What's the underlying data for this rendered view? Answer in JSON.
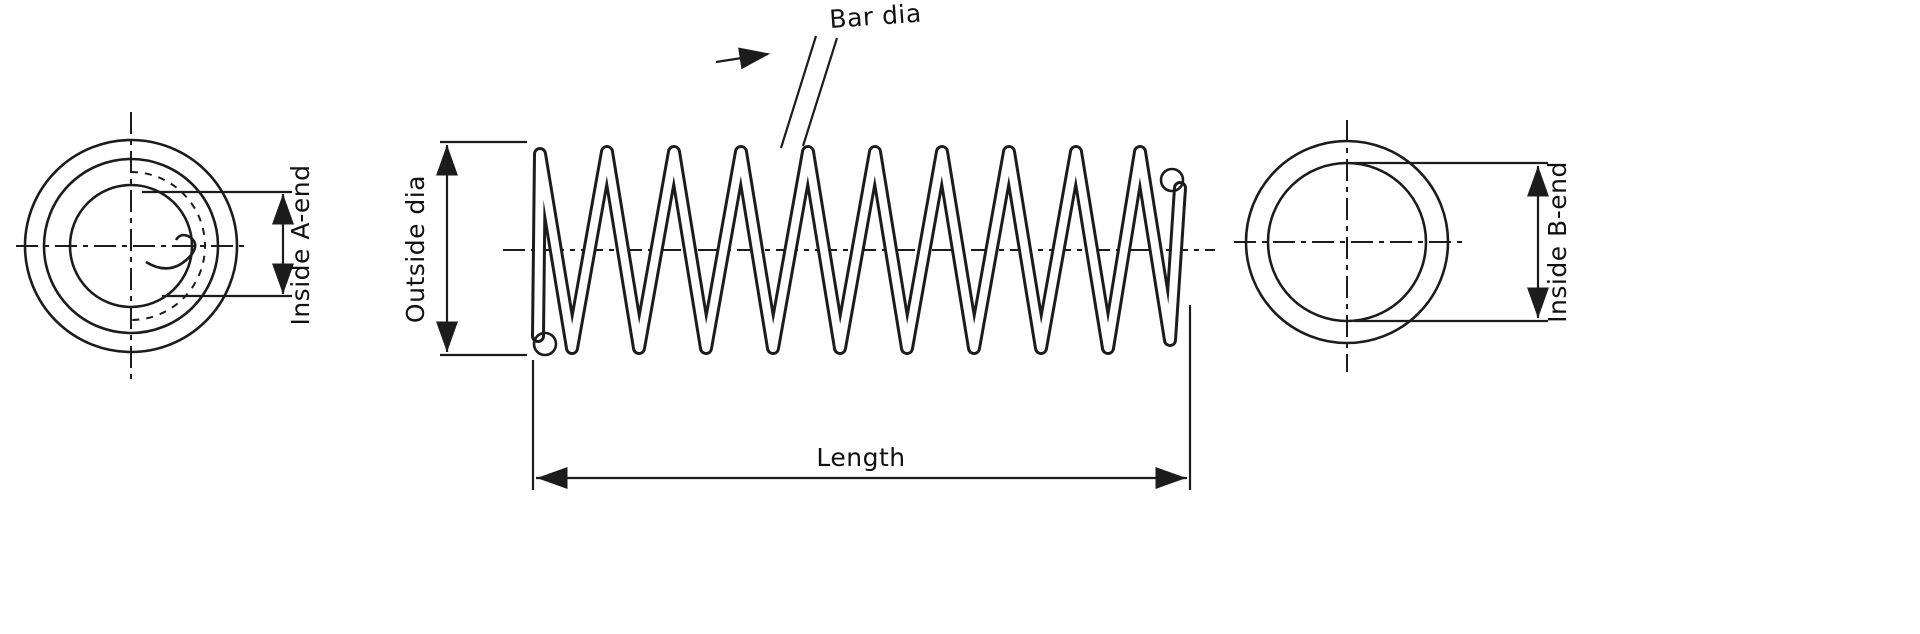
{
  "diagram": {
    "labels": {
      "bar_dia": "Bar dia",
      "outside_dia": "Outside dia",
      "inside_a_end": "Inside A-end",
      "inside_b_end": "Inside B-end",
      "length": "Length"
    },
    "colors": {
      "line": "#1c1c1c",
      "background": "#ffffff"
    }
  }
}
